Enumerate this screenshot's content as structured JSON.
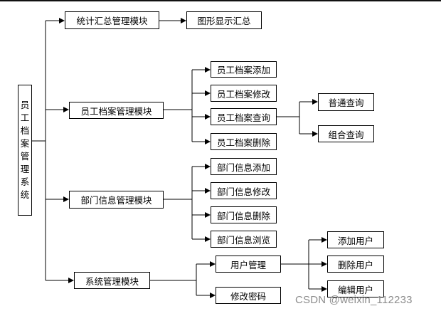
{
  "diagram": {
    "root": [
      "员",
      "工",
      "档",
      "案",
      "管",
      "理",
      "系",
      "统"
    ],
    "stats_module": "统计汇总管理模块",
    "stats_display": "图形显示汇总",
    "employee_module": "员工档案管理模块",
    "emp_add": "员工档案添加",
    "emp_modify": "员工档案修改",
    "emp_query": "员工档案查询",
    "emp_delete": "员工档案删除",
    "query_normal": "普通查询",
    "query_combined": "组合查询",
    "dept_module": "部门信息管理模块",
    "dept_add": "部门信息添加",
    "dept_modify": "部门信息修改",
    "dept_delete": "部门信息删除",
    "dept_browse": "部门信息浏览",
    "sys_module": "系统管理模块",
    "user_mgmt": "用户管理",
    "change_password": "修改密码",
    "user_add": "添加用户",
    "user_delete": "删除用户",
    "user_edit": "编辑用户"
  },
  "watermark": "CSDN @weixin_112233",
  "colors": {
    "line": "#000000",
    "box_border": "#000000",
    "watermark": "#8d8d8d"
  }
}
